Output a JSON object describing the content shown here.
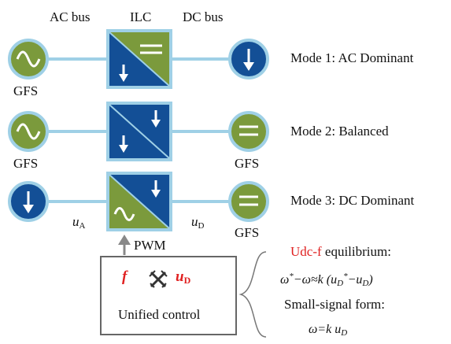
{
  "labels": {
    "ac_bus": "AC bus",
    "ilc": "ILC",
    "dc_bus": "DC bus",
    "gfs": "GFS",
    "u_a_var": "u",
    "u_a_sub": "A",
    "u_d_var": "u",
    "u_d_sub": "D",
    "pwm": "PWM"
  },
  "modes": [
    {
      "label": "Mode 1:  AC Dominant"
    },
    {
      "label": "Mode 2:  Balanced"
    },
    {
      "label": "Mode 3:  DC Dominant"
    }
  ],
  "control": {
    "f_label": "f",
    "u_var": "u",
    "u_sub": "D",
    "title": "Unified control"
  },
  "equations": {
    "title_red": "Udc-f",
    "title_rest": " equilibrium:",
    "eq1_a": "ω",
    "eq1_star1": "*",
    "eq1_b": "−ω≈k (u",
    "eq1_sub1": "D",
    "eq1_star2": "*",
    "eq1_c": "−u",
    "eq1_sub2": "D",
    "eq1_d": ")",
    "small_signal": "Small-signal form:",
    "eq2_a": "ω=k u",
    "eq2_sub": "D"
  },
  "colors": {
    "green": "#7b9a3c",
    "blue": "#134f96",
    "ring": "#9fd0e6",
    "line": "#9fd0e6",
    "gray": "#666666",
    "red": "#e02020"
  }
}
